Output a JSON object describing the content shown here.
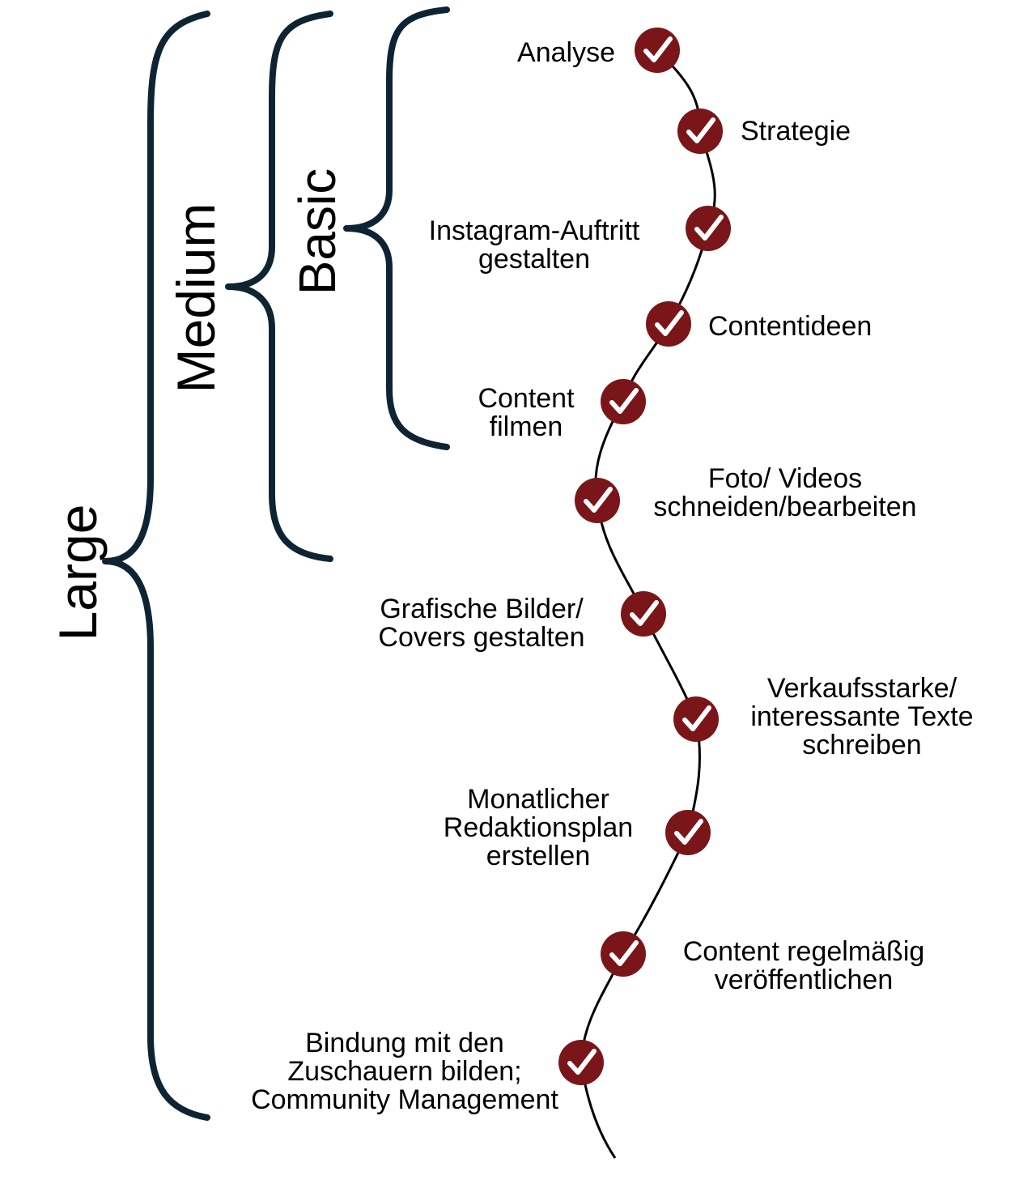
{
  "colors": {
    "brace": "#0f2433",
    "checkpoint": "#7a1619",
    "check": "#ffffff",
    "path": "#000000"
  },
  "icon": "checkmark-icon",
  "tiers": [
    {
      "id": "basic",
      "label": "Basic"
    },
    {
      "id": "medium",
      "label": "Medium"
    },
    {
      "id": "large",
      "label": "Large"
    }
  ],
  "steps": [
    {
      "id": "analyse",
      "lines": [
        "Analyse"
      ]
    },
    {
      "id": "strategie",
      "lines": [
        "Strategie"
      ]
    },
    {
      "id": "instagram",
      "lines": [
        "Instagram-Auftritt",
        "gestalten"
      ]
    },
    {
      "id": "contentideen",
      "lines": [
        "Contentideen"
      ]
    },
    {
      "id": "filmen",
      "lines": [
        "Content",
        "filmen"
      ]
    },
    {
      "id": "schneiden",
      "lines": [
        "Foto/ Videos",
        "schneiden/bearbeiten"
      ]
    },
    {
      "id": "grafik",
      "lines": [
        "Grafische Bilder/",
        "Covers gestalten"
      ]
    },
    {
      "id": "texte",
      "lines": [
        "Verkaufsstarke/",
        "interessante Texte",
        "schreiben"
      ]
    },
    {
      "id": "redaktionsplan",
      "lines": [
        "Monatlicher",
        "Redaktionsplan",
        "erstellen"
      ]
    },
    {
      "id": "veroeffentlichen",
      "lines": [
        "Content regelmäßig",
        "veröffentlichen"
      ]
    },
    {
      "id": "community",
      "lines": [
        "Bindung mit den",
        "Zuschauern bilden;",
        "Community Management"
      ]
    }
  ]
}
